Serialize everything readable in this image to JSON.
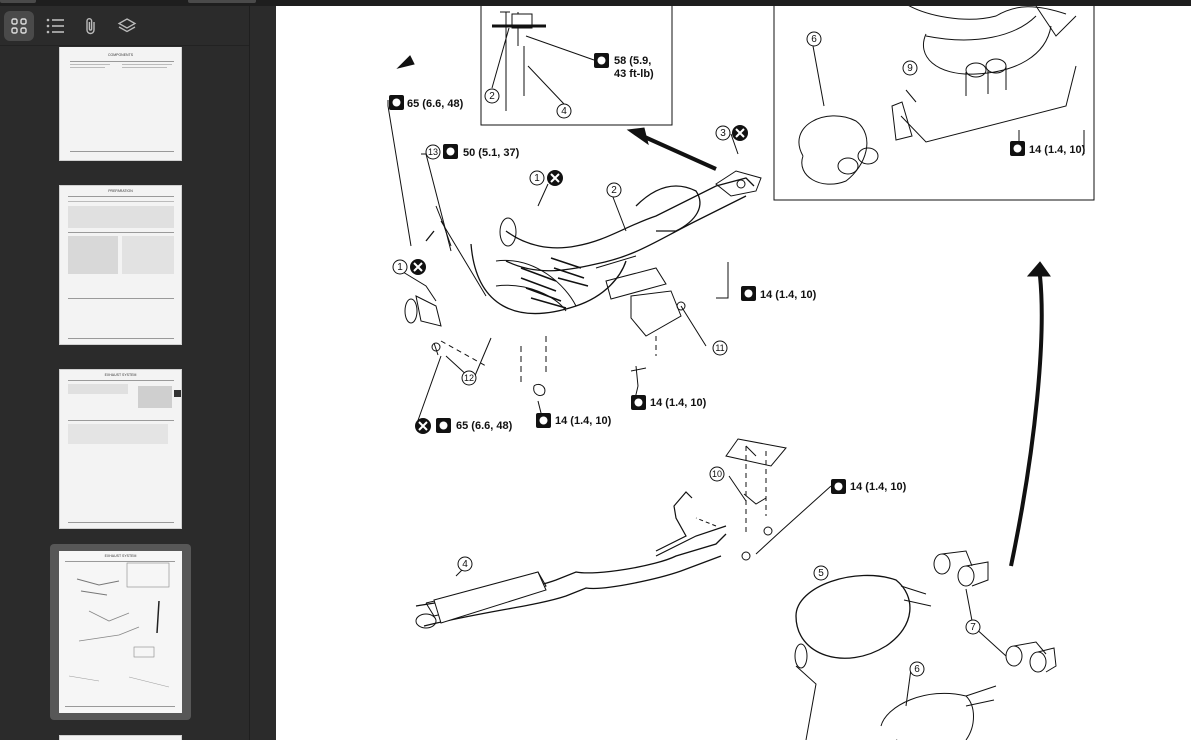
{
  "toolbar": {
    "buttons": [
      {
        "name": "thumbnails-view",
        "icon": "grid-icon",
        "active": true
      },
      {
        "name": "outline-view",
        "icon": "list-icon",
        "active": false
      },
      {
        "name": "attachments-view",
        "icon": "paperclip-icon",
        "active": false
      },
      {
        "name": "layers-view",
        "icon": "layers-icon",
        "active": false
      }
    ]
  },
  "thumbnails": [
    {
      "title": "COMPONENTS",
      "selected": false
    },
    {
      "title": "PREPARATION",
      "selected": false
    },
    {
      "title": "EXHAUST SYSTEM",
      "selected": false
    },
    {
      "title": "EXHAUST SYSTEM",
      "selected": true
    },
    {
      "title": "",
      "selected": false
    }
  ],
  "diagram": {
    "torque_labels": {
      "t65_top": "65 (6.6, 48)",
      "t50": "50 (5.1, 37)",
      "t58a": "58 (5.9,",
      "t58b": "43 ft-lb)",
      "t14_a": "14 (1.4, 10)",
      "t14_b": "14 (1.4, 10)",
      "t14_c": "14 (1.4, 10)",
      "t14_d": "14 (1.4, 10)",
      "t14_e": "14 (1.4, 10)",
      "t65_bot": "65 (6.6, 48)"
    },
    "callouts": {
      "c1a": "1",
      "c1b": "1",
      "c2a": "2",
      "c2b": "2",
      "c3": "3",
      "c4a": "4",
      "c4b": "4",
      "c5": "5",
      "c6a": "6",
      "c6b": "6",
      "c7": "7",
      "c9": "9",
      "c10": "10",
      "c11": "11",
      "c12": "12",
      "c13": "13"
    }
  }
}
